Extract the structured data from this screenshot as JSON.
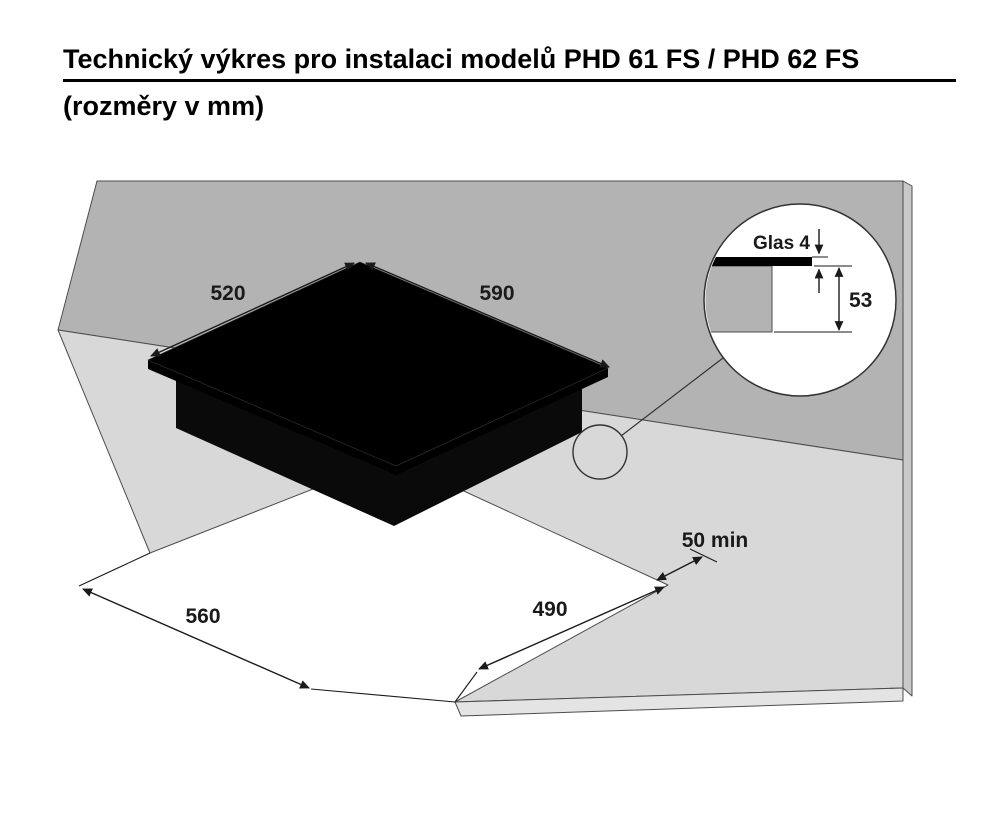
{
  "title": {
    "line1": "Technický výkres pro instalaci modelů PHD 61 FS / PHD 62 FS",
    "line2": "(rozměry v mm)"
  },
  "dimensions": {
    "hob_depth": "520",
    "hob_width": "590",
    "cutout_width": "560",
    "cutout_depth": "490",
    "wall_clearance": "50 min"
  },
  "detail": {
    "glass_label": "Glas 4",
    "install_depth": "53"
  },
  "colors": {
    "wall": "#b3b3b3",
    "counter": "#d8d8d8",
    "edge_face": "#c9c9c9",
    "front_face": "#e4e4e4",
    "hob_glass": "#000000",
    "hob_body": "#0a0a0a",
    "detail_bg": "#ffffff"
  }
}
